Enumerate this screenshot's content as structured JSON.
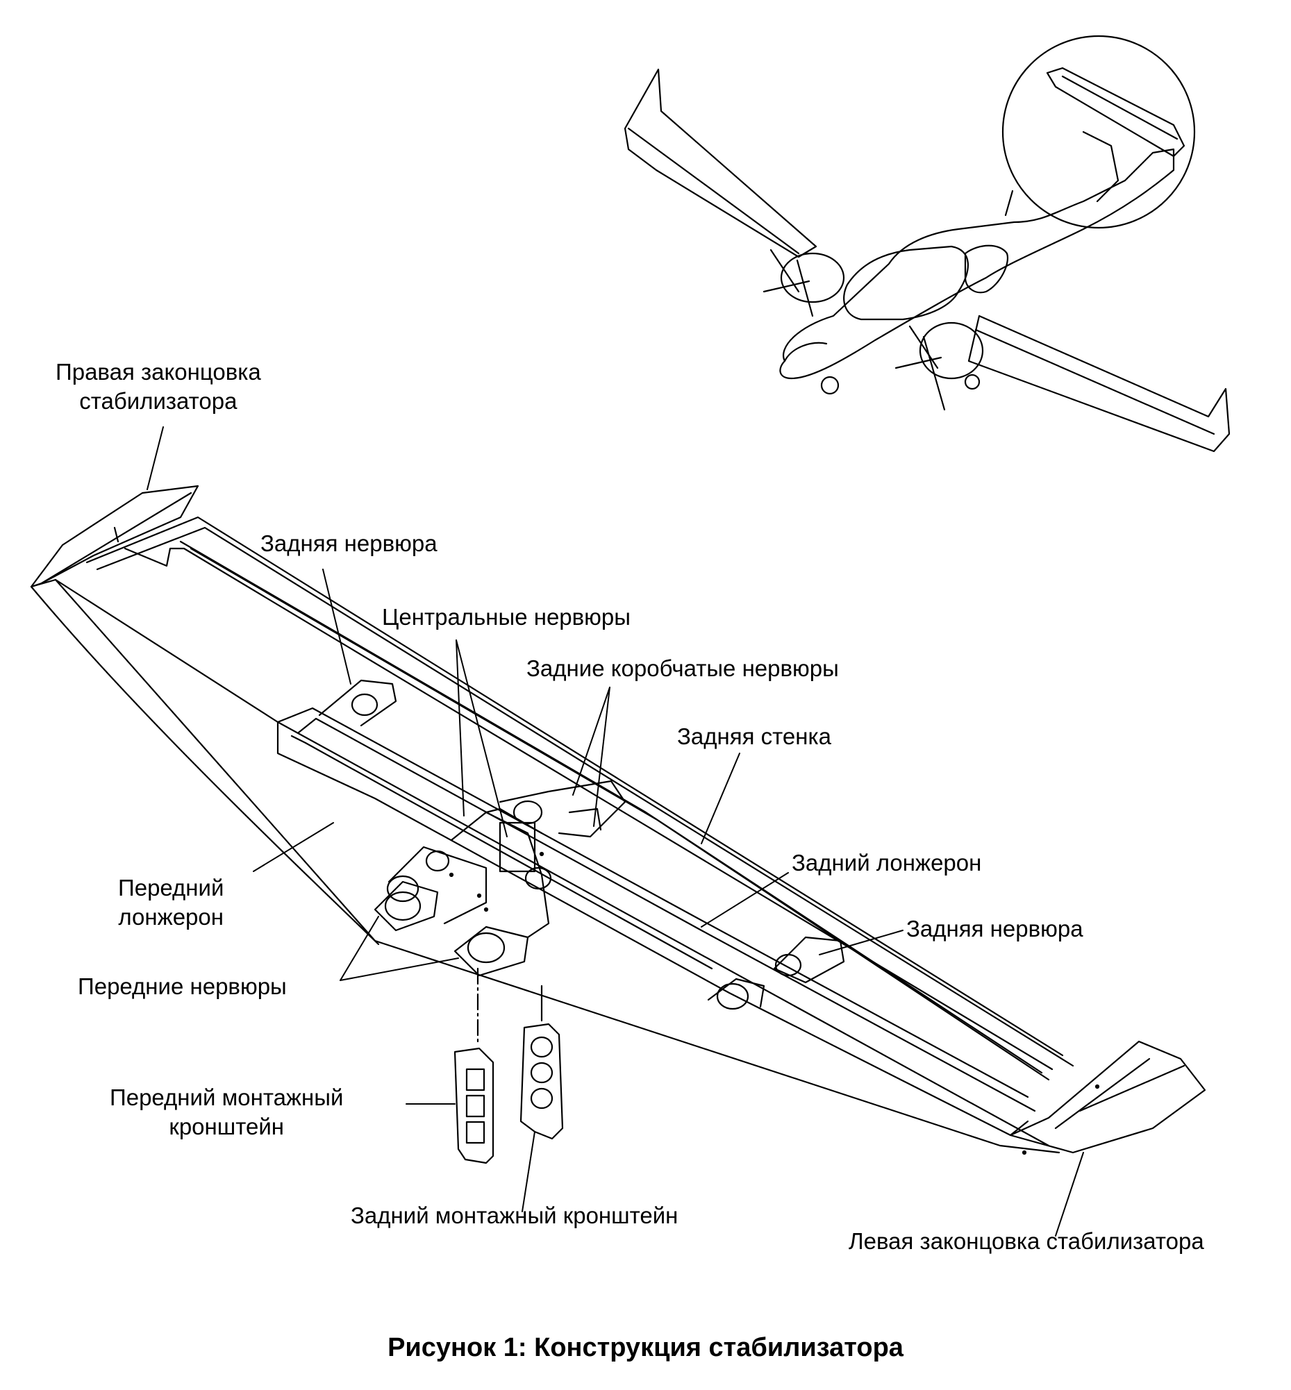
{
  "labels": {
    "right_tip": [
      "Правая законцовка",
      "стабилизатора"
    ],
    "rear_rib_top": "Задняя нервюра",
    "central_ribs": "Центральные нервюры",
    "rear_box_ribs": "Задние коробчатые нервюры",
    "rear_web": "Задняя стенка",
    "rear_spar": "Задний лонжерон",
    "rear_rib_right": "Задняя нервюра",
    "front_spar": [
      "Передний",
      "лонжерон"
    ],
    "front_ribs": "Передние нервюры",
    "front_bracket": [
      "Передний монтажный",
      "кронштейн"
    ],
    "rear_bracket": "Задний монтажный кронштейн",
    "left_tip": "Левая законцовка стабилизатора"
  },
  "caption": "Рисунок 1: Конструкция стабилизатора"
}
